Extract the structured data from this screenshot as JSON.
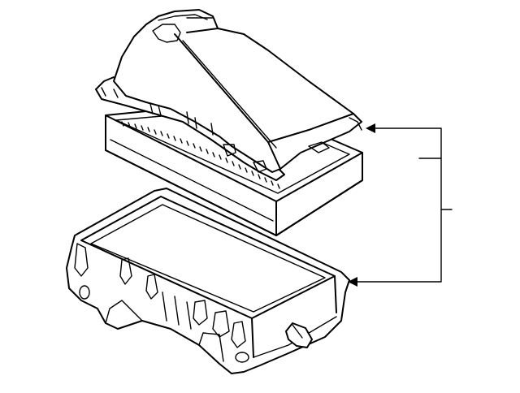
{
  "diagram": {
    "parts": [
      {
        "id": "cover",
        "icon": "air-cleaner-cover"
      },
      {
        "id": "filter",
        "icon": "air-filter-element"
      },
      {
        "id": "lower_housing",
        "icon": "air-cleaner-lower-case"
      }
    ],
    "callouts": [
      {
        "id": "bracket",
        "targets": [
          "cover",
          "lower_housing"
        ]
      }
    ],
    "colors": {
      "line": "#000000",
      "background": "#ffffff"
    }
  }
}
